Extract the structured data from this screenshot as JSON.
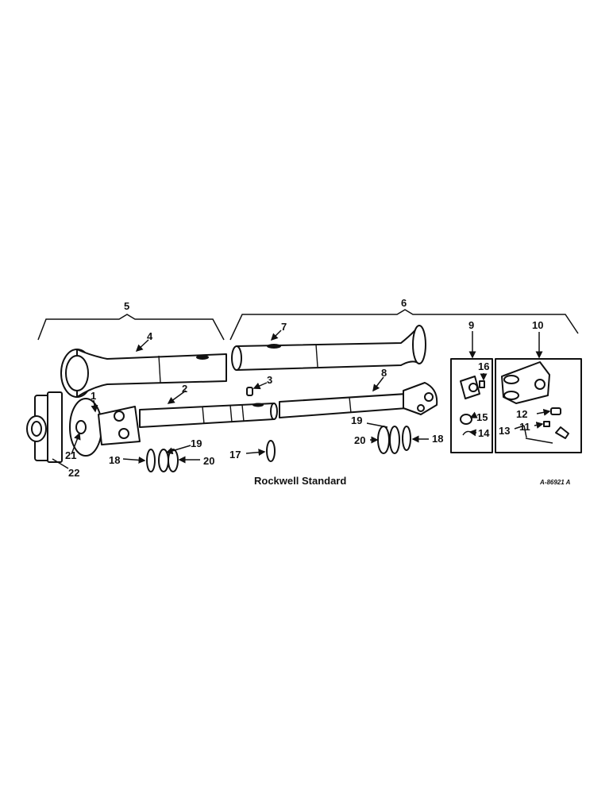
{
  "callouts": {
    "n1": "1",
    "n2": "2",
    "n3": "3",
    "n4": "4",
    "n5": "5",
    "n6": "6",
    "n7": "7",
    "n8": "8",
    "n9": "9",
    "n10": "10",
    "n11": "11",
    "n12": "12",
    "n13": "13",
    "n14": "14",
    "n15": "15",
    "n16": "16",
    "n17": "17",
    "n18a": "18",
    "n18b": "18",
    "n19a": "19",
    "n19b": "19",
    "n20a": "20",
    "n20b": "20",
    "n21": "21",
    "n22": "22"
  },
  "caption": "Rockwell Standard",
  "drawing_code": "A-86921 A"
}
